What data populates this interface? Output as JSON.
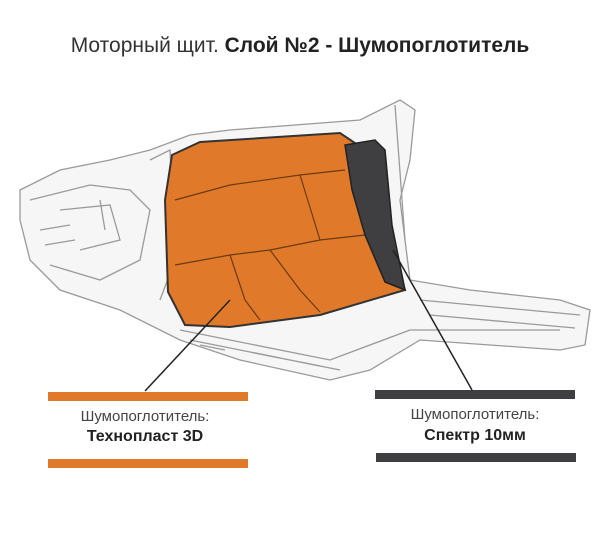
{
  "title": {
    "prefix": "Моторный щит.",
    "emphasis": "Слой №2 - Шумопоглотитель"
  },
  "layers": [
    {
      "label": "Шумопоглотитель:",
      "product": "Технопласт 3D",
      "color": "#e07a2a"
    },
    {
      "label": "Шумопоглотитель:",
      "product": "Спектр 10мм",
      "color": "#3f3f41"
    }
  ]
}
